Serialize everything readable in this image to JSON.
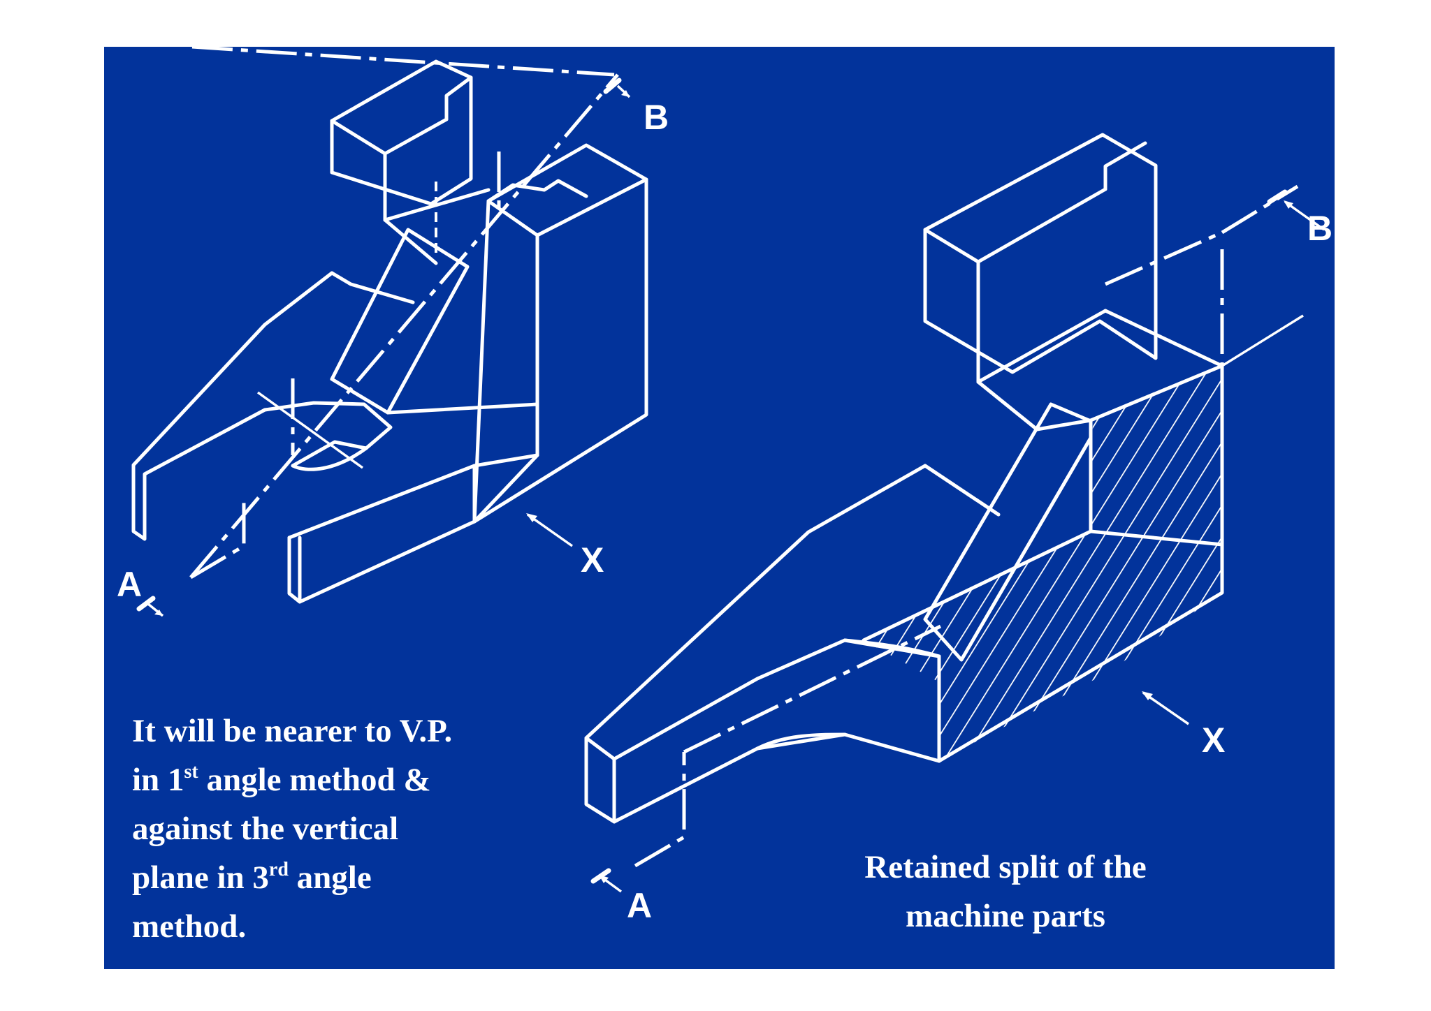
{
  "labels": {
    "left_section_start": "A",
    "left_section_end": "B",
    "left_view_direction": "X",
    "right_section_start": "A",
    "right_section_end": "B",
    "right_view_direction": "X"
  },
  "note": {
    "line1": "It will be nearer to V.P.",
    "line2_pre": "in 1",
    "line2_sup": "st",
    "line2_post": " angle method &",
    "line3": "against the vertical",
    "line4_pre": "plane in 3",
    "line4_sup": "rd",
    "line4_post": " angle",
    "line5": "method."
  },
  "caption": {
    "line1": "Retained split of the",
    "line2": "machine parts"
  },
  "colors": {
    "background": "#02339b",
    "lines": "#ffffff",
    "page": "#ffffff"
  }
}
